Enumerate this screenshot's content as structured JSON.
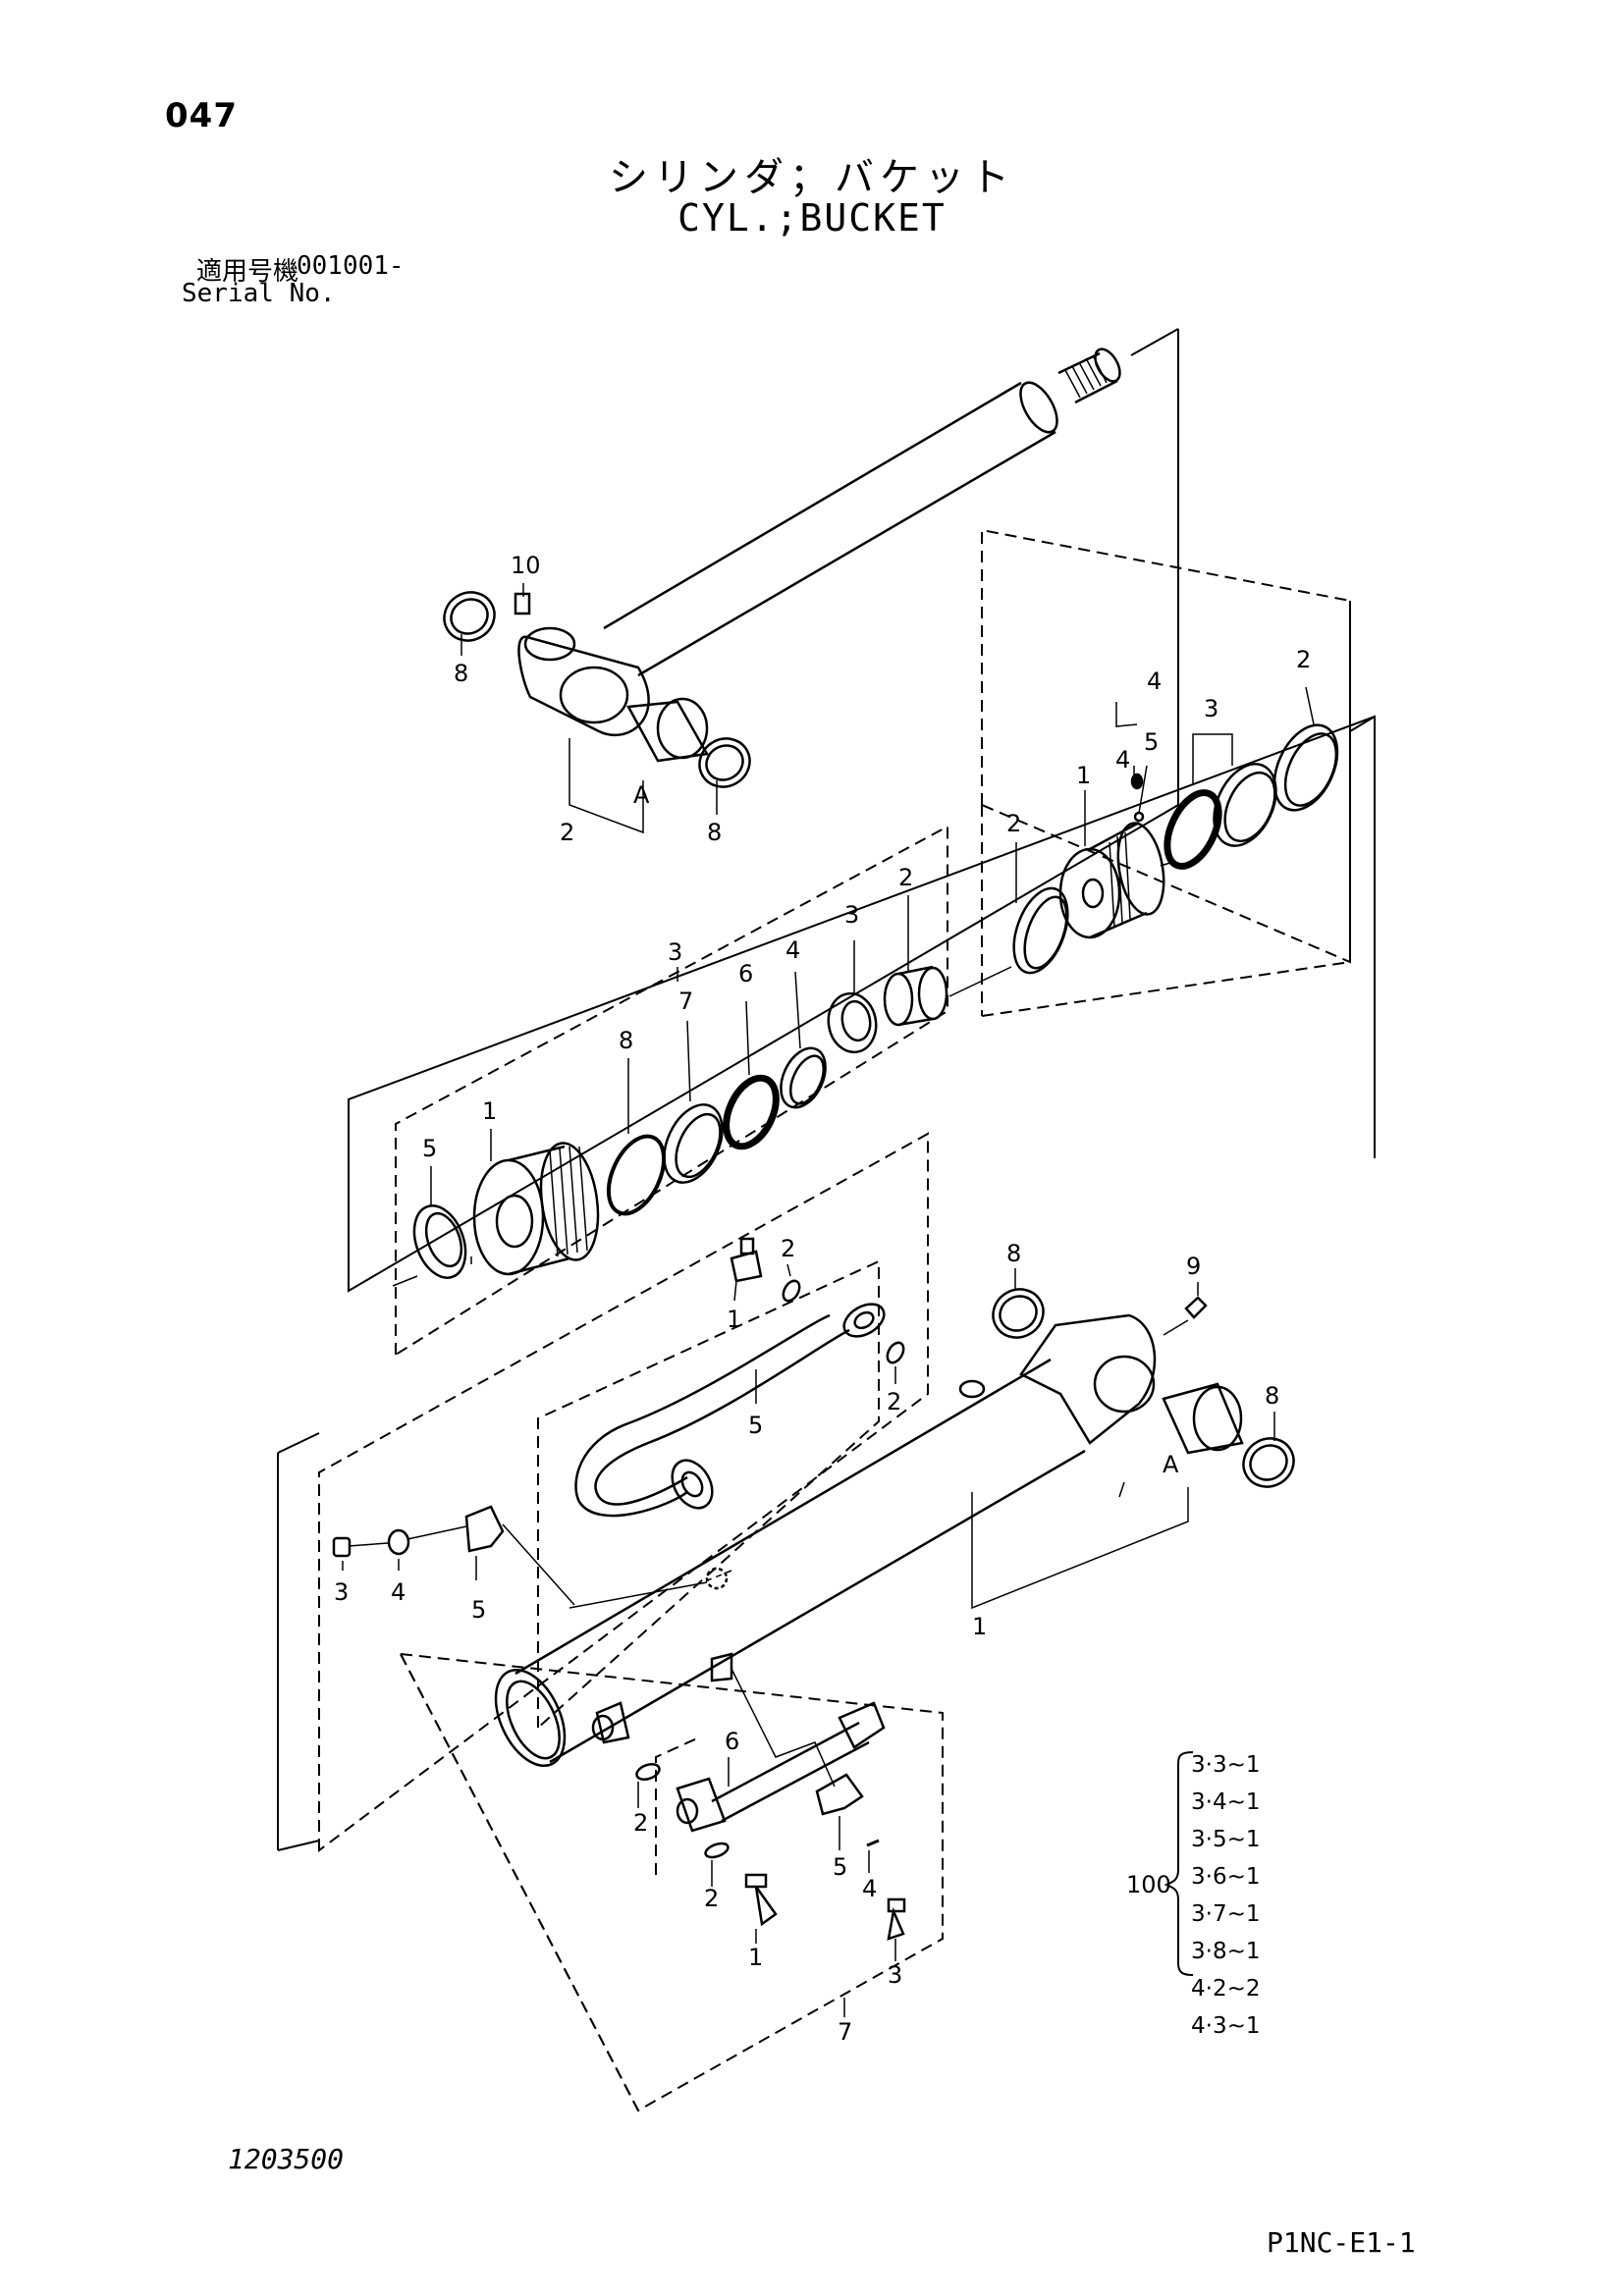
{
  "page_number": "047",
  "title_ja": "シリンダ；バケット",
  "title_en": "CYL.;BUCKET",
  "serial": {
    "label_ja": "適用号機",
    "value": "001001-",
    "label_en": "Serial No."
  },
  "drawing_number": "1203500",
  "page_code": "P1NC-E1-1",
  "callouts": {
    "rod_10": "10",
    "rod_8a": "8",
    "rod_2": "2",
    "rod_A": "A",
    "rod_8b": "8",
    "pis_4": "4",
    "pis_2a": "2",
    "pis_3": "3",
    "pis_4s": "4",
    "pis_5": "5",
    "pis_1": "1",
    "pis_2b": "2",
    "head_3": "3",
    "head_2": "2",
    "head_6": "6",
    "head_4": "4",
    "head_3b": "3",
    "head_7": "7",
    "head_8": "8",
    "head_1": "1",
    "head_5": "5",
    "pipe_2a": "2",
    "pipe_1": "1",
    "pipe_2b": "2",
    "pipe_5": "5",
    "tube_8a": "8",
    "tube_9": "9",
    "tube_8b": "8",
    "tube_A": "A",
    "tube_1": "1",
    "clamp_3": "3",
    "clamp_4": "4",
    "clamp_5": "5",
    "low_6": "6",
    "low_2a": "2",
    "low_5": "5",
    "low_2b": "2",
    "low_4": "4",
    "low_1": "1",
    "low_3": "3",
    "low_7": "7"
  },
  "kit": {
    "label": "100",
    "entries": [
      "3·3~1",
      "3·4~1",
      "3·5~1",
      "3·6~1",
      "3·7~1",
      "3·8~1",
      "4·2~2",
      "4·3~1"
    ]
  }
}
